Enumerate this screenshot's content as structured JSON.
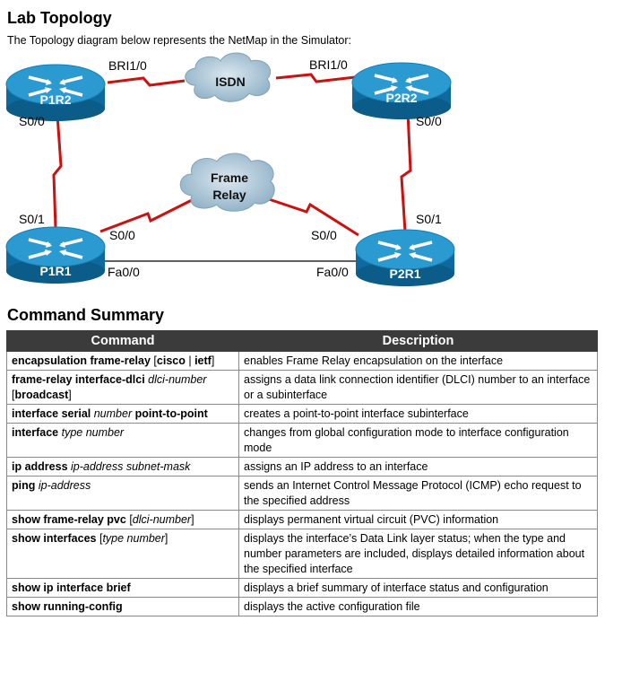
{
  "heading_topology": "Lab Topology",
  "subtitle": "The Topology diagram below represents the NetMap in the Simulator:",
  "diagram": {
    "routers": {
      "p1r2": "P1R2",
      "p2r2": "P2R2",
      "p1r1": "P1R1",
      "p2r1": "P2R1"
    },
    "clouds": {
      "isdn": "ISDN",
      "frame_relay_line1": "Frame",
      "frame_relay_line2": "Relay"
    },
    "interfaces": {
      "p1r2_bri": "BRI1/0",
      "p2r2_bri": "BRI1/0",
      "p1r2_s00": "S0/0",
      "p2r2_s00": "S0/0",
      "p1r1_s01": "S0/1",
      "p1r1_s00": "S0/0",
      "p2r1_s01": "S0/1",
      "p2r1_s00": "S0/0",
      "p1r1_fa00": "Fa0/0",
      "p2r1_fa00": "Fa0/0"
    },
    "colors": {
      "router": "#1b84b8",
      "router_top": "#3aa3d4",
      "serial_link": "#cc1111",
      "cloud": "#a9c4d6"
    }
  },
  "heading_commands": "Command Summary",
  "table": {
    "headers": {
      "command": "Command",
      "description": "Description"
    },
    "rows": [
      {
        "cmd": [
          {
            "t": "encapsulation frame-relay ",
            "s": "b"
          },
          {
            "t": "[",
            "s": ""
          },
          {
            "t": "cisco",
            "s": "b"
          },
          {
            "t": " | ",
            "s": ""
          },
          {
            "t": "ietf",
            "s": "b"
          },
          {
            "t": "]",
            "s": ""
          }
        ],
        "desc": "enables Frame Relay encapsulation on the interface"
      },
      {
        "cmd": [
          {
            "t": "frame-relay interface-dlci ",
            "s": "b"
          },
          {
            "t": "dlci-number",
            "s": "i"
          },
          {
            "t": " [",
            "s": ""
          },
          {
            "t": "broadcast",
            "s": "b"
          },
          {
            "t": "]",
            "s": ""
          }
        ],
        "desc": "assigns a data link connection identifier (DLCI) number to an interface or a subinterface"
      },
      {
        "cmd": [
          {
            "t": "interface serial ",
            "s": "b"
          },
          {
            "t": "number",
            "s": "i"
          },
          {
            "t": " point-to-point",
            "s": "b"
          }
        ],
        "desc": "creates a point-to-point interface subinterface"
      },
      {
        "cmd": [
          {
            "t": "interface ",
            "s": "b"
          },
          {
            "t": "type number",
            "s": "i"
          }
        ],
        "desc": "changes from global configuration mode to interface configuration mode"
      },
      {
        "cmd": [
          {
            "t": "ip address ",
            "s": "b"
          },
          {
            "t": "ip-address subnet-mask",
            "s": "i"
          }
        ],
        "desc": "assigns an IP address to an interface"
      },
      {
        "cmd": [
          {
            "t": "ping ",
            "s": "b"
          },
          {
            "t": "ip-address",
            "s": "i"
          }
        ],
        "desc": "sends an Internet Control Message Protocol (ICMP) echo request to the specified address"
      },
      {
        "cmd": [
          {
            "t": "show frame-relay pvc ",
            "s": "b"
          },
          {
            "t": "[",
            "s": ""
          },
          {
            "t": "dlci-number",
            "s": "i"
          },
          {
            "t": "]",
            "s": ""
          }
        ],
        "desc": "displays permanent virtual circuit (PVC) information"
      },
      {
        "cmd": [
          {
            "t": "show interfaces ",
            "s": "b"
          },
          {
            "t": "[",
            "s": ""
          },
          {
            "t": "type number",
            "s": "i"
          },
          {
            "t": "]",
            "s": ""
          }
        ],
        "desc": "displays the interface’s Data Link layer status; when the type and number parameters are included, displays detailed information about the specified interface"
      },
      {
        "cmd": [
          {
            "t": "show ip interface brief",
            "s": "b"
          }
        ],
        "desc": "displays a brief summary of interface status and configuration"
      },
      {
        "cmd": [
          {
            "t": "show running-config",
            "s": "b"
          }
        ],
        "desc": "displays the active configuration file"
      }
    ]
  }
}
